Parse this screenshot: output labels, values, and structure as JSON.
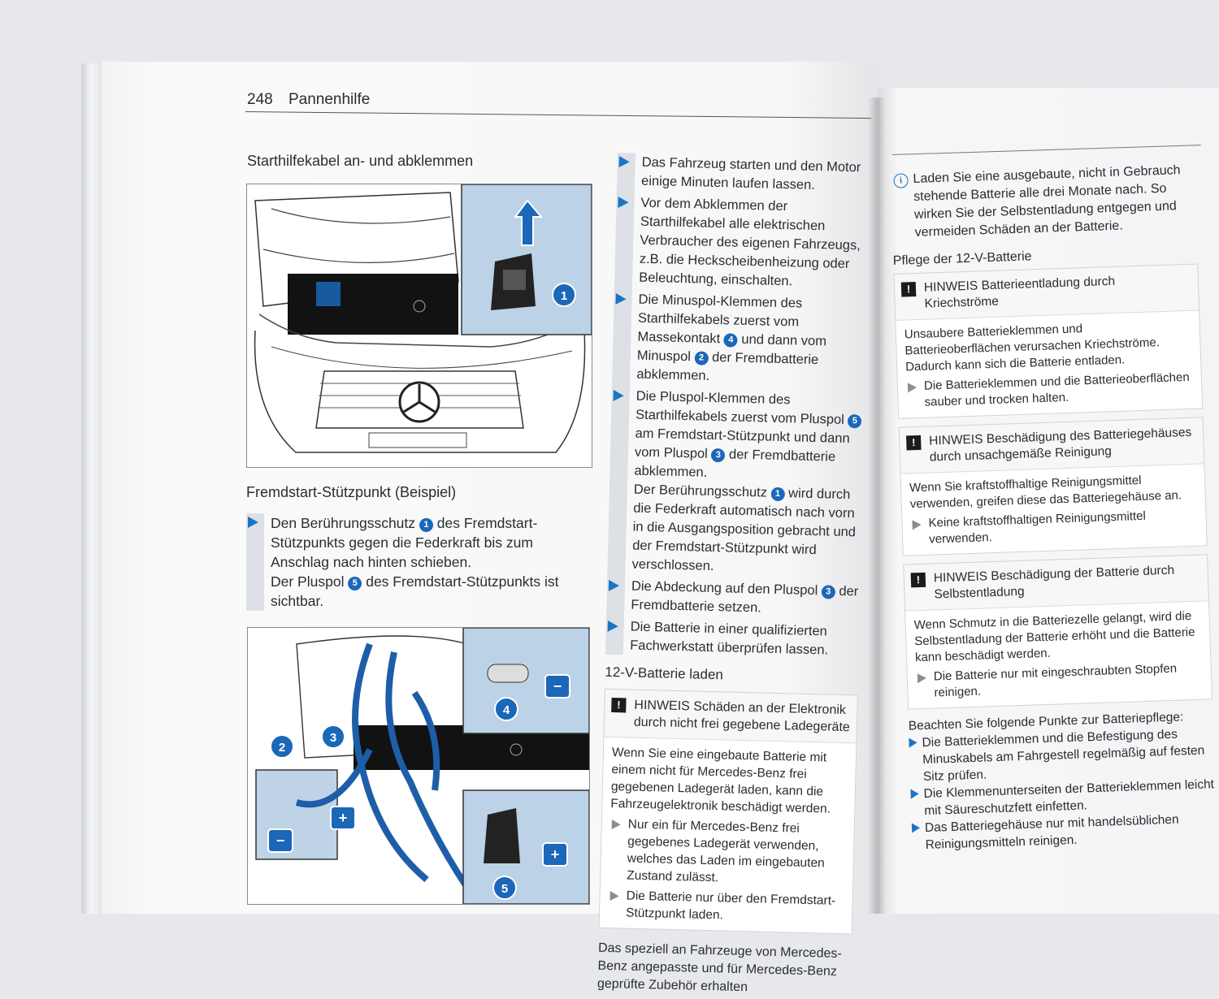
{
  "header": {
    "page_number": "248",
    "chapter": "Pannenhilfe"
  },
  "left": {
    "section_title": "Starthilfekabel an- und abklemmen",
    "figure1_caption": "Fremdstart-Stützpunkt (Beispiel)",
    "figure1_callout": "1",
    "step": {
      "a": "Den Berührungsschutz",
      "b1": "1",
      "c": "des Fremdstart-Stützpunkts gegen die Federkraft bis zum Anschlag nach hinten schieben.",
      "d": "Der Pluspol",
      "b2": "5",
      "e": "des Fremdstart-Stützpunkts ist sichtbar."
    },
    "figure2_callouts": {
      "c2": "2",
      "c3": "3",
      "c4": "4",
      "c5": "5",
      "minus": "−",
      "plus": "+"
    }
  },
  "middle": {
    "steps": {
      "s1": "Das Fahrzeug starten und den Motor einige Minuten laufen lassen.",
      "s2": "Vor dem Abklemmen der Starthilfekabel alle elektrischen Verbraucher des eigenen Fahrzeugs, z.B. die Heckscheibenheizung oder Beleuchtung, einschalten.",
      "s3a": "Die Minuspol-Klemmen des Starthilfekabels zuerst vom Massekontakt",
      "s3b": "4",
      "s3c": "und dann vom Minuspol",
      "s3d": "2",
      "s3e": "der Fremdbatterie abklemmen.",
      "s4a": "Die Pluspol-Klemmen des Starthilfekabels zuerst vom Pluspol",
      "s4b": "5",
      "s4c": "am Fremdstart-Stützpunkt und dann vom Pluspol",
      "s4d": "3",
      "s4e": "der Fremdbatterie abklemmen.",
      "s4f": "Der Berührungsschutz",
      "s4g": "1",
      "s4h": "wird durch die Federkraft automatisch nach vorn in die Ausgangsposition gebracht und der Fremdstart-Stützpunkt wird verschlossen.",
      "s5a": "Die Abdeckung auf den Pluspol",
      "s5b": "3",
      "s5c": "der Fremdbatterie setzen.",
      "s6": "Die Batterie in einer qualifizierten Fachwerkstatt überprüfen lassen."
    },
    "subsection": "12-V-Batterie laden",
    "note": {
      "title": "HINWEIS Schäden an der Elektronik durch nicht frei gegebene Ladegeräte",
      "body": "Wenn Sie eine eingebaute Batterie mit einem nicht für Mercedes-Benz frei gegebenen Ladegerät laden, kann die Fahrzeugelektronik beschädigt werden.",
      "i1": "Nur ein für Mercedes-Benz frei gegebenes Ladegerät verwenden, welches das Laden im eingebauten Zustand zulässt.",
      "i2": "Die Batterie nur über den Fremdstart-Stützpunkt laden."
    },
    "tail": "Das speziell an Fahrzeuge von Mercedes-Benz angepasste und für Mercedes-Benz geprüfte Zubehör erhalten"
  },
  "right": {
    "info": "Laden Sie eine ausgebaute, nicht in Gebrauch stehende Batterie alle drei Monate nach. So wirken Sie der Selbstentladung entgegen und vermeiden Schäden an der Batterie.",
    "sub": "Pflege der 12-V-Batterie",
    "n1": {
      "title": "HINWEIS Batterieentladung durch Kriechströme",
      "body": "Unsaubere Batterieklemmen und Batterieoberflächen verursachen Kriechströme. Dadurch kann sich die Batterie entladen.",
      "item": "Die Batterieklemmen und die Batterieoberflächen sauber und trocken halten."
    },
    "n2": {
      "title": "HINWEIS Beschädigung des Batteriegehäuses durch unsachgemäße Reinigung",
      "body": "Wenn Sie kraftstoffhaltige Reinigungsmittel verwenden, greifen diese das Batteriegehäuse an.",
      "item": "Keine kraftstoffhaltigen Reinigungsmittel verwenden."
    },
    "n3": {
      "title": "HINWEIS Beschädigung der Batterie durch Selbstentladung",
      "body": "Wenn Schmutz in die Batteriezelle gelangt, wird die Selbstentladung der Batterie erhöht und die Batterie kann beschädigt werden.",
      "item": "Die Batterie nur mit eingeschraubten Stopfen reinigen."
    },
    "intro": "Beachten Sie folgende Punkte zur Batteriepflege:",
    "steps": {
      "a": "Die Batterieklemmen und die Befestigung des Minuskabels am Fahrgestell regelmäßig auf festen Sitz prüfen.",
      "b": "Die Klemmenunterseiten der Batterieklemmen leicht mit Säureschutzfett einfetten.",
      "c": "Das Batteriegehäuse nur mit handelsüblichen Reinigungsmitteln reinigen."
    }
  },
  "colors": {
    "accent": "#1b74c4",
    "inset_bg": "#bcd2e6",
    "text": "#2a2d31"
  }
}
